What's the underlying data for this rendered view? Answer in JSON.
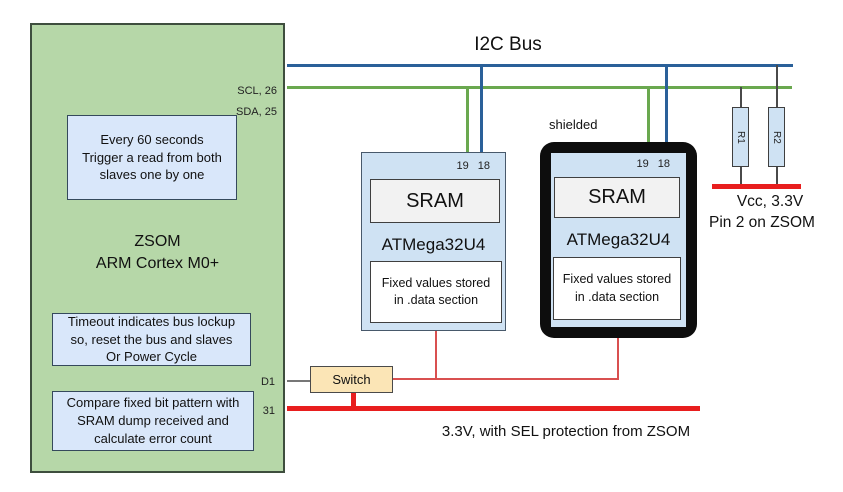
{
  "bus": {
    "title": "I2C Bus",
    "scl_label": "SCL, 26",
    "sda_label": "SDA, 25"
  },
  "zsom": {
    "name": "ZSOM",
    "cpu": "ARM Cortex M0+",
    "note_read": "Every 60 seconds\nTrigger a read from both\nslaves one by one",
    "note_timeout": "Timeout indicates bus lockup\nso, reset the bus and slaves\nOr Power Cycle",
    "note_compare": "Compare fixed bit pattern with\nSRAM dump received and\ncalculate error count",
    "pin_d1": "D1",
    "pin_31": "31"
  },
  "slave1": {
    "pin_sda": "19",
    "pin_scl": "18",
    "sram": "SRAM",
    "name": "ATMega32U4",
    "note": "Fixed values stored\nin .data section"
  },
  "slave2": {
    "shield_label": "shielded",
    "pin_sda": "19",
    "pin_scl": "18",
    "sram": "SRAM",
    "name": "ATMega32U4",
    "note": "Fixed  values stored\nin .data section"
  },
  "pullups": {
    "r1": "R1",
    "r2": "R2",
    "vcc": "Vcc, 3.3V",
    "pin2": "Pin 2 on ZSOM"
  },
  "switch": {
    "label": "Switch"
  },
  "power_rail": {
    "label": "3.3V, with SEL protection from ZSOM"
  },
  "colors": {
    "scl_blue": "#2a6099",
    "sda_green": "#6aa84f",
    "zsom_fill": "#b6d7a8",
    "note_fill": "#d9e7fa",
    "mcu_fill": "#cfe2f3",
    "sram_fill": "#f2f2f2",
    "switch_fill": "#fbe5b6",
    "power_red": "#e81e1e",
    "thin_red": "#d95050",
    "shield_black": "#0d0d0d"
  }
}
